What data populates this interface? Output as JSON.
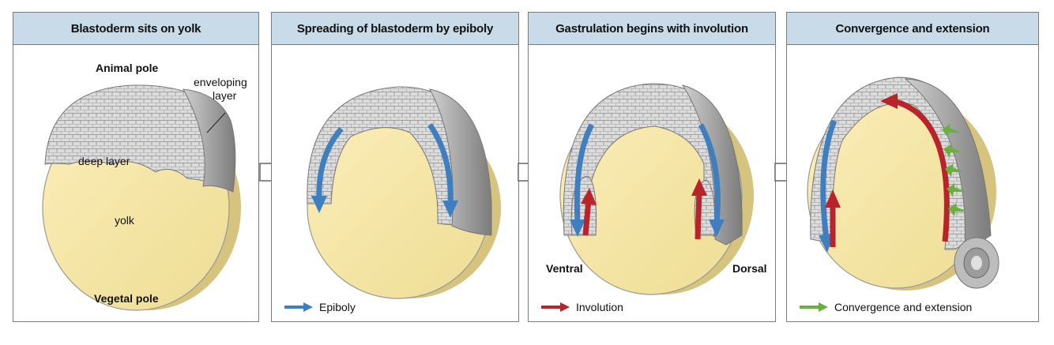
{
  "panels": [
    {
      "title": "Blastoderm sits on yolk",
      "labels": {
        "animal_pole": "Animal pole",
        "enveloping_layer_1": "enveloping",
        "enveloping_layer_2": "layer",
        "deep_layer": "deep layer",
        "yolk": "yolk",
        "vegetal_pole": "Vegetal pole"
      }
    },
    {
      "title": "Spreading of blastoderm by epiboly",
      "legend": "Epiboly"
    },
    {
      "title": "Gastrulation begins with involution",
      "labels": {
        "ventral": "Ventral",
        "dorsal": "Dorsal"
      },
      "legend": "Involution"
    },
    {
      "title": "Convergence and extension",
      "legend": "Convergence and extension"
    }
  ],
  "colors": {
    "header_bg": "#c9dbe8",
    "yolk": "#f7e6a6",
    "yolk_shadow": "#d9c784",
    "cell_layer": "#e6e6e6",
    "envelope_shade": "#9a9a9a",
    "epiboly_arrow": "#3f7fc0",
    "involution_arrow": "#b8242a",
    "convergence_arrow": "#6cae3f"
  }
}
